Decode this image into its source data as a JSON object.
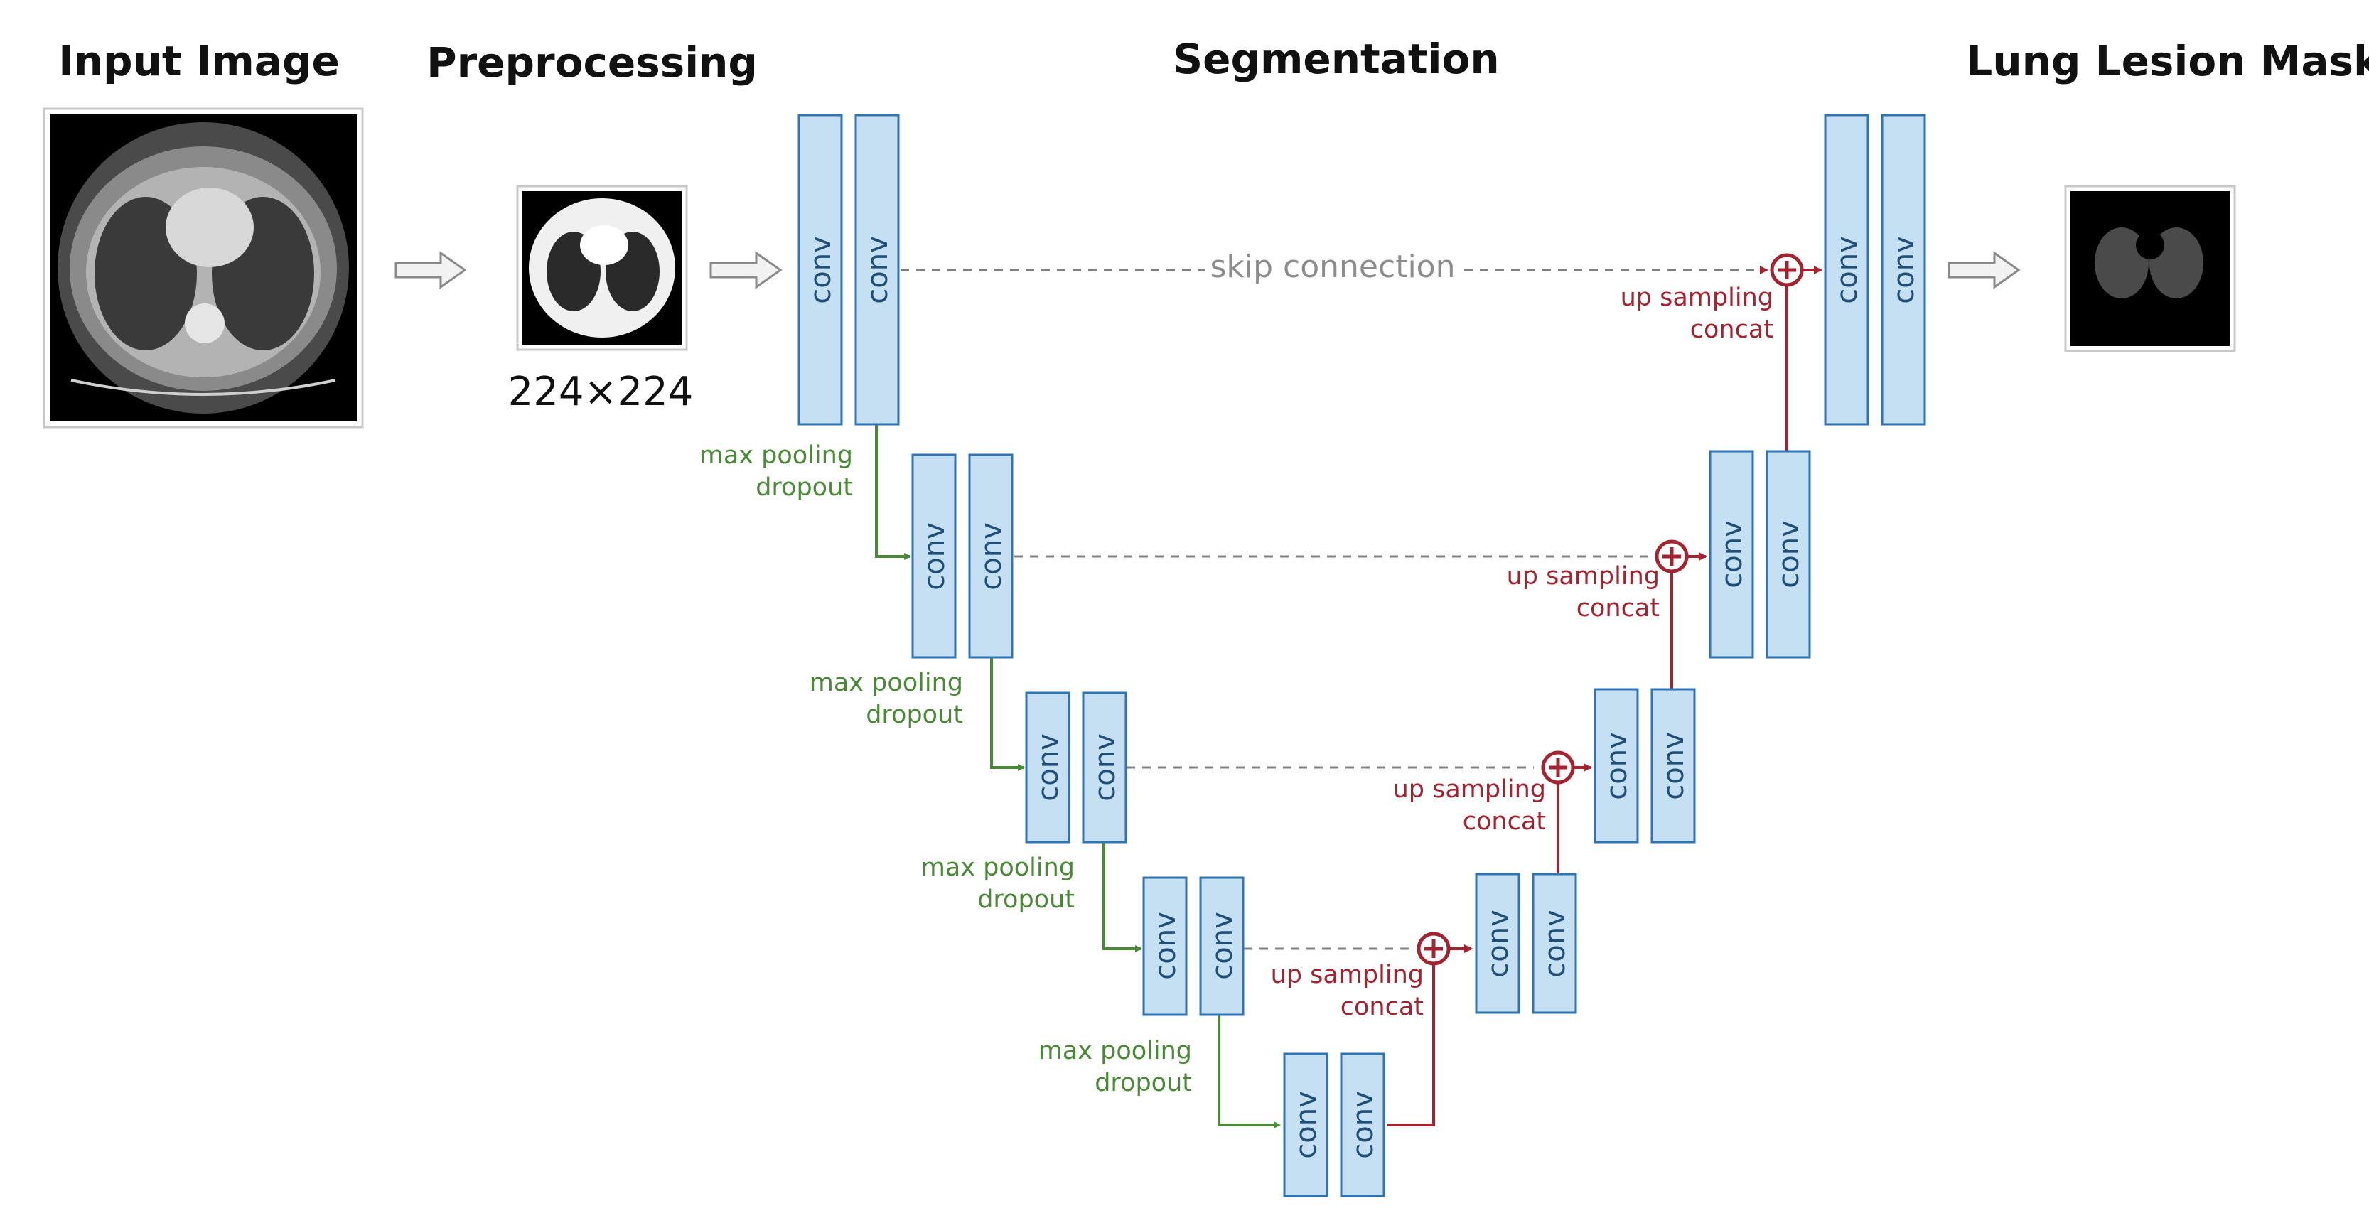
{
  "stages": {
    "input": "Input Image",
    "preprocessing": "Preprocessing",
    "segmentation": "Segmentation",
    "output": "Lung Lesion Mask"
  },
  "preprocessing_size": "224×224",
  "skip_label": "skip connection",
  "block_label": "conv",
  "down_label": {
    "line1": "max pooling",
    "line2": "dropout"
  },
  "up_label": {
    "line1": "up sampling",
    "line2": "concat"
  },
  "colors": {
    "conv_fill": "#c5e0f3",
    "conv_stroke": "#2e75b6",
    "encoder_path": "#4a8a37",
    "decoder_path": "#a5222f",
    "skip_line": "#808080"
  },
  "icons": [
    "ct-scan-image",
    "ct-scan-preprocessed-image",
    "lesion-mask-image",
    "concat-plus-icon",
    "flow-arrow-icon"
  ]
}
